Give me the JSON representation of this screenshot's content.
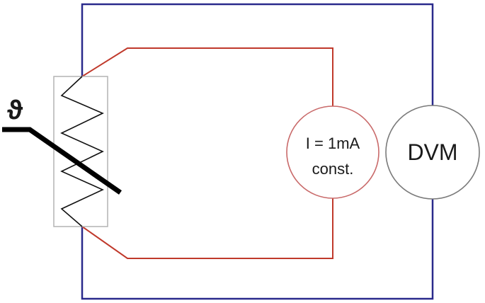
{
  "diagram": {
    "symbol": "ϑ",
    "current_source": {
      "line1": "I = 1mA",
      "line2": "const."
    },
    "voltmeter": {
      "label": "DVM"
    }
  },
  "colors": {
    "voltage_loop": "#2a2a8c",
    "current_loop": "#c0392b",
    "current_source_outline": "#c96a6a",
    "sensor_box": "#b3b3b3",
    "resistor": "#111111",
    "adjust_arrow": "#000000",
    "voltmeter_outline": "#7a7a7a"
  }
}
